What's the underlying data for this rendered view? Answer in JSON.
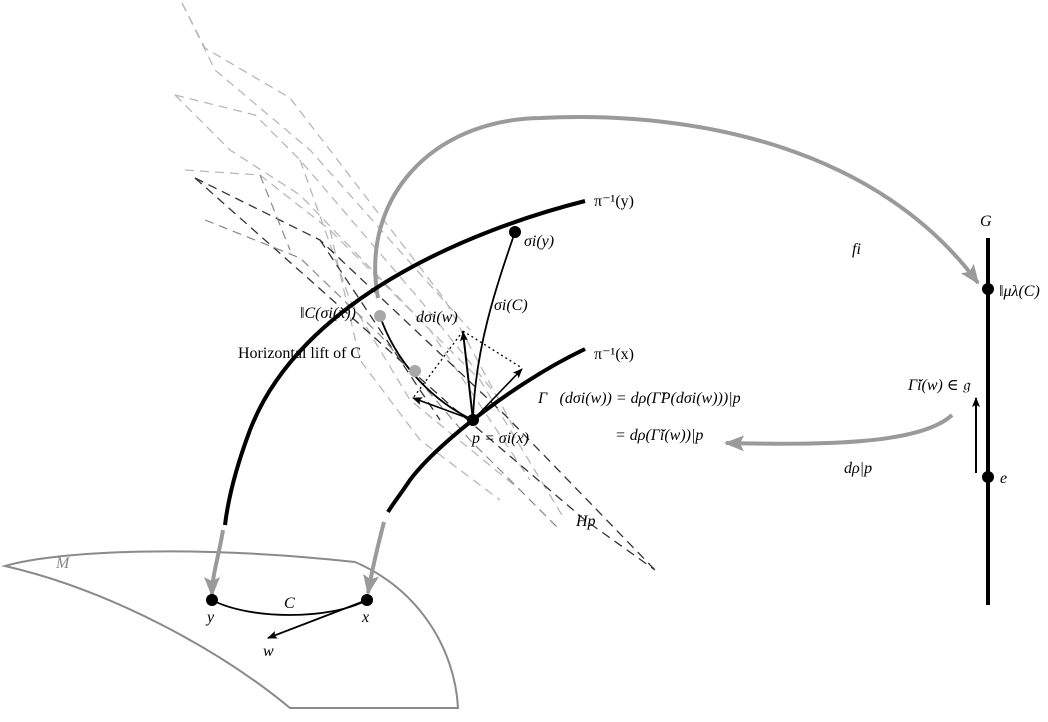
{
  "labels": {
    "fiber_y": "π⁻¹(y)",
    "fiber_x": "π⁻¹(x)",
    "sigma_y": "σi(y)",
    "sigma_C": "σi(C)",
    "transport": "‖C(σi(x))",
    "d_sigma_w": "dσi(w)",
    "horizontal_lift": "Horizontal lift of C",
    "p_eq": "p = σi(x)",
    "gamma_line1": "Γ⃗(dσi(w)) = dρ(Γ̌P(dσi(w)))|p",
    "gamma_line2": "= dρ(Γ̌i(w))|p",
    "d_rho": "dρ|p",
    "f_i": "fi",
    "G": "G",
    "holonomy": "‖μλ(C)",
    "gamma_check": "Γ̌i(w) ∈ 𝔤",
    "e": "e",
    "H_p": "Hp",
    "M": "M",
    "C": "C",
    "y": "y",
    "x": "x",
    "w": "w"
  },
  "colors": {
    "ink": "#000000",
    "gray_arrow": "#9a9a9a",
    "gray_point": "#a8a8a8",
    "gray_manifold": "#8a8a8a",
    "dash_dark": "#333333",
    "dash_light": "#b8b8b8"
  }
}
